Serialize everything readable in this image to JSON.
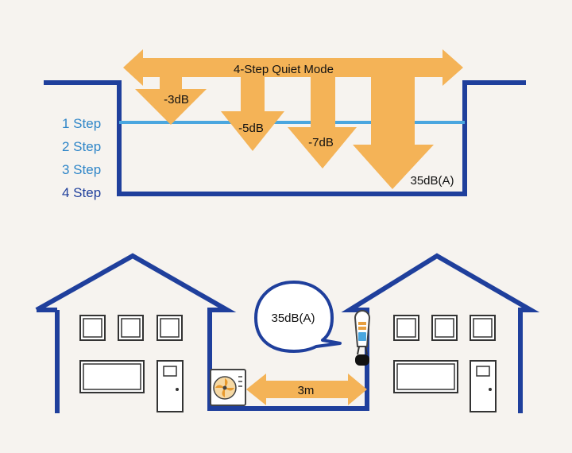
{
  "quiet_mode": {
    "title": "4-Step Quiet Mode",
    "steps": [
      "1 Step",
      "2 Step",
      "3 Step",
      "4 Step"
    ],
    "reductions": [
      "-3dB",
      "-5dB",
      "-7dB",
      "35dB(A)"
    ]
  },
  "houses": {
    "noise_bubble": "35dB(A)",
    "distance": "3m"
  },
  "colors": {
    "background": "#f6f3ef",
    "frame_blue": "#1f3f9c",
    "step_line": "#4aa6df",
    "arrow_orange": "#f4b357",
    "step_label_light": "#2f86c8",
    "step_label_dark": "#1f3f9c"
  },
  "icons": [
    "outdoor-unit-icon",
    "fan-icon",
    "remote-control-icon",
    "door-icon",
    "window-icon"
  ]
}
